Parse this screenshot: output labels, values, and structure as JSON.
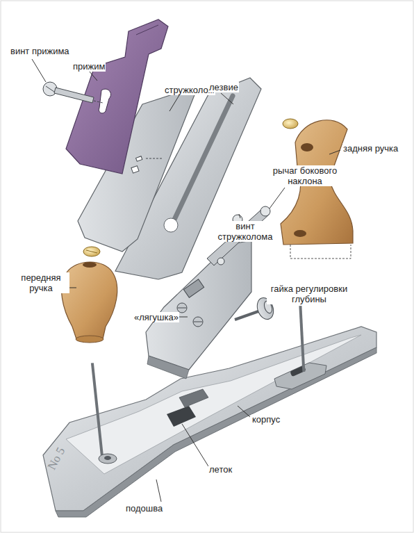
{
  "diagram": {
    "labels": [
      "винт прижима",
      "прижим",
      "стружколом",
      "лезвие",
      "задняя ручка",
      "рычаг бокового наклона",
      "винт стружколома",
      "передняя ручка",
      "«лягушка»",
      "гайка регулировки глубины",
      "корпус",
      "леток",
      "подошва",
      "No 5"
    ]
  }
}
